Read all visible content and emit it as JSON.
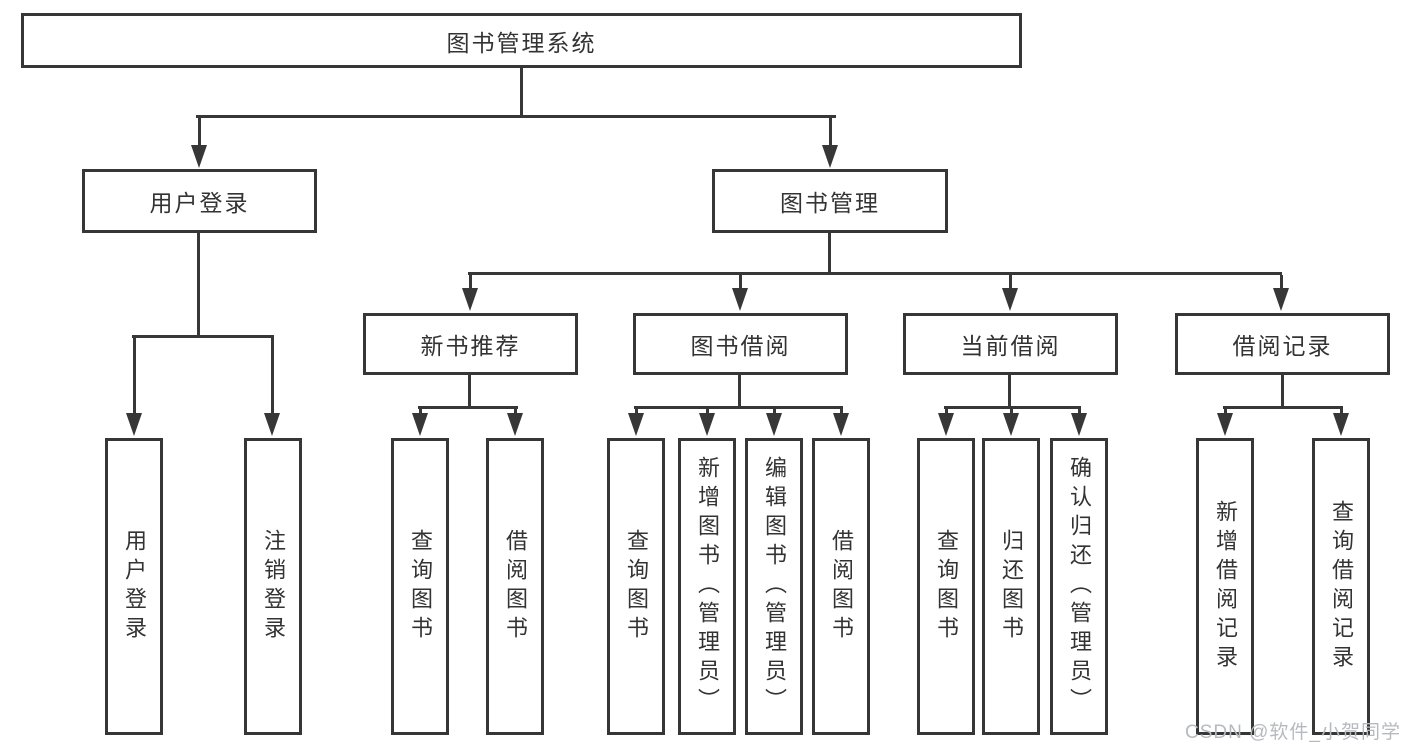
{
  "colors": {
    "line": "#373737",
    "box_border": "#363636",
    "text": "#333333",
    "background": "#ffffff",
    "watermark": "#b6bac0"
  },
  "root": {
    "label": "图书管理系统"
  },
  "branches": {
    "user_login": {
      "label": "用户登录",
      "children": [
        "用户登录",
        "注销登录"
      ]
    },
    "book_mgmt": {
      "label": "图书管理",
      "children": {
        "new_books": {
          "label": "新书推荐",
          "children": [
            "查询图书",
            "借阅图书"
          ]
        },
        "book_borrow": {
          "label": "图书借阅",
          "children": [
            "查询图书",
            "新增图书（管理员）",
            "编辑图书（管理员）",
            "借阅图书"
          ]
        },
        "current_borrow": {
          "label": "当前借阅",
          "children": [
            "查询图书",
            "归还图书",
            "确认归还（管理员）"
          ]
        },
        "borrow_records": {
          "label": "借阅记录",
          "children": [
            "新增借阅记录",
            "查询借阅记录"
          ]
        }
      }
    }
  },
  "watermark": {
    "text": "CSDN @软件_小贺同学"
  }
}
